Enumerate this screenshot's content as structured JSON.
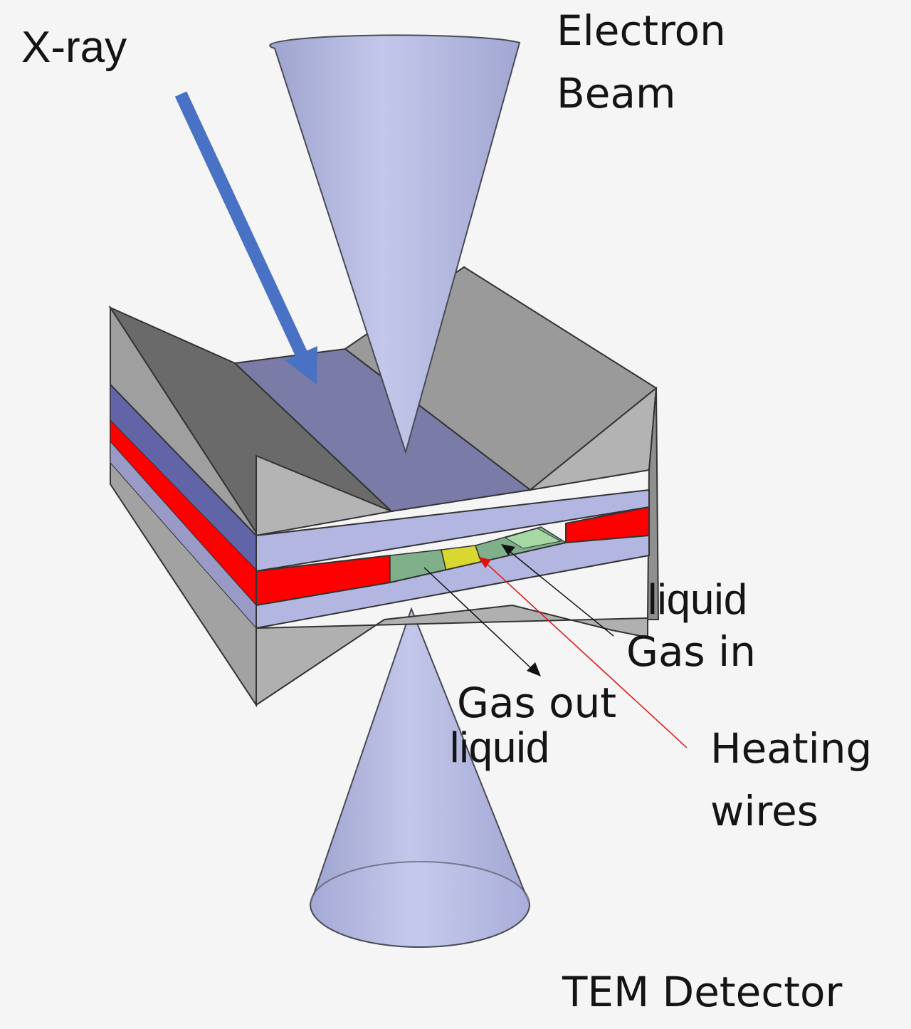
{
  "labels": {
    "xray": "X-ray",
    "electron_beam_line1": "Electron",
    "electron_beam_line2": "Beam",
    "liquid_upper": "liquid",
    "gas_in": "Gas in",
    "gas_out": "Gas out",
    "liquid_lower": "liquid",
    "heating_line1": "Heating",
    "heating_line2": "wires",
    "tem_detector": "TEM Detector"
  },
  "colors": {
    "background": "#f5f5f5",
    "cone": "#b8bde0",
    "membrane": "#b3b6e0",
    "top_window": "#7a7ba6",
    "spacer": "#ff0000",
    "gas_channel": "#7fb08a",
    "sample": "#d8d830",
    "frame_grey": "#a8a8a8",
    "frame_dark": "#6a6a6a",
    "xray_arrow": "#4a72c4",
    "heating_pointer": "#e01010",
    "pointer": "#111111"
  },
  "icons": {
    "xray_arrow": "arrow-down-right-icon",
    "electron_cone": "cone-icon",
    "detector_cone": "cone-icon"
  }
}
